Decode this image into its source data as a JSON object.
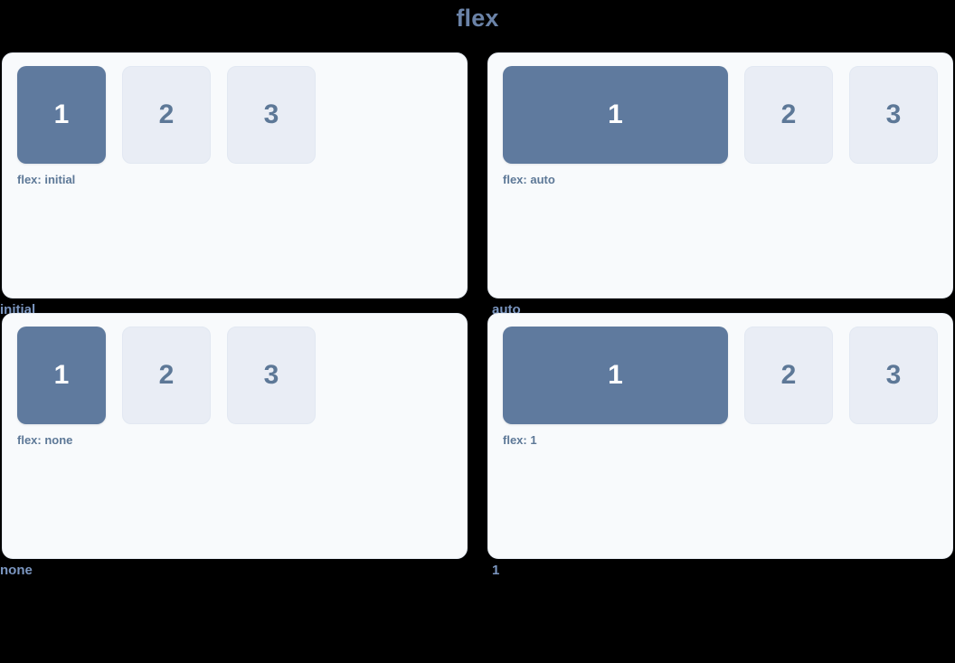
{
  "title": "flex",
  "boxes": [
    {
      "label": "1",
      "style": "filled"
    },
    {
      "label": "2",
      "style": "ghost"
    },
    {
      "label": "3",
      "style": "ghost"
    }
  ],
  "colors": {
    "page_background": "#000000",
    "title": "#6b83a8",
    "panel_background": "#f8fafc",
    "panel_border": "#e6ebf2",
    "box_filled": "#5f7a9e",
    "box_filled_text": "#ffffff",
    "box_ghost": "#e9edf5",
    "box_ghost_text": "#5d7897",
    "panel_label": "#5d7897",
    "caption": "#7b96c0"
  },
  "demos": [
    {
      "variant": "initial",
      "panel_label": "flex: initial",
      "caption": "initial",
      "boxes": [
        {
          "label": "1",
          "style": "filled"
        },
        {
          "label": "2",
          "style": "ghost"
        },
        {
          "label": "3",
          "style": "ghost"
        }
      ]
    },
    {
      "variant": "auto",
      "panel_label": "flex: auto",
      "caption": "auto",
      "boxes": [
        {
          "label": "1",
          "style": "filled"
        },
        {
          "label": "2",
          "style": "ghost"
        },
        {
          "label": "3",
          "style": "ghost"
        }
      ]
    },
    {
      "variant": "none",
      "panel_label": "flex: none",
      "caption": "none",
      "boxes": [
        {
          "label": "1",
          "style": "filled"
        },
        {
          "label": "2",
          "style": "ghost"
        },
        {
          "label": "3",
          "style": "ghost"
        }
      ]
    },
    {
      "variant": "1",
      "panel_label": "flex: 1",
      "caption": "1",
      "boxes": [
        {
          "label": "1",
          "style": "filled"
        },
        {
          "label": "2",
          "style": "ghost"
        },
        {
          "label": "3",
          "style": "ghost"
        }
      ]
    }
  ]
}
